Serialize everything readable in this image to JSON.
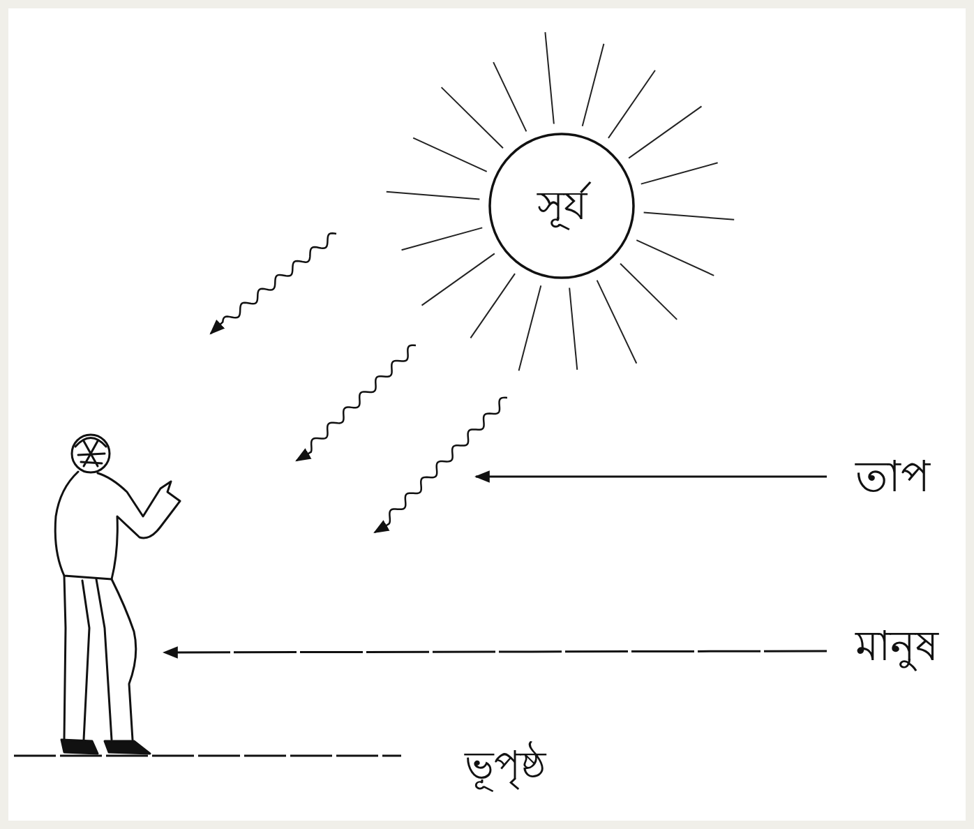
{
  "diagram": {
    "nodes": [
      {
        "text": [
          "সূর্য"
        ]
      }
    ],
    "labels": [
      "তাপ",
      "মানুষ",
      "ভূপৃষ্ঠ"
    ]
  }
}
